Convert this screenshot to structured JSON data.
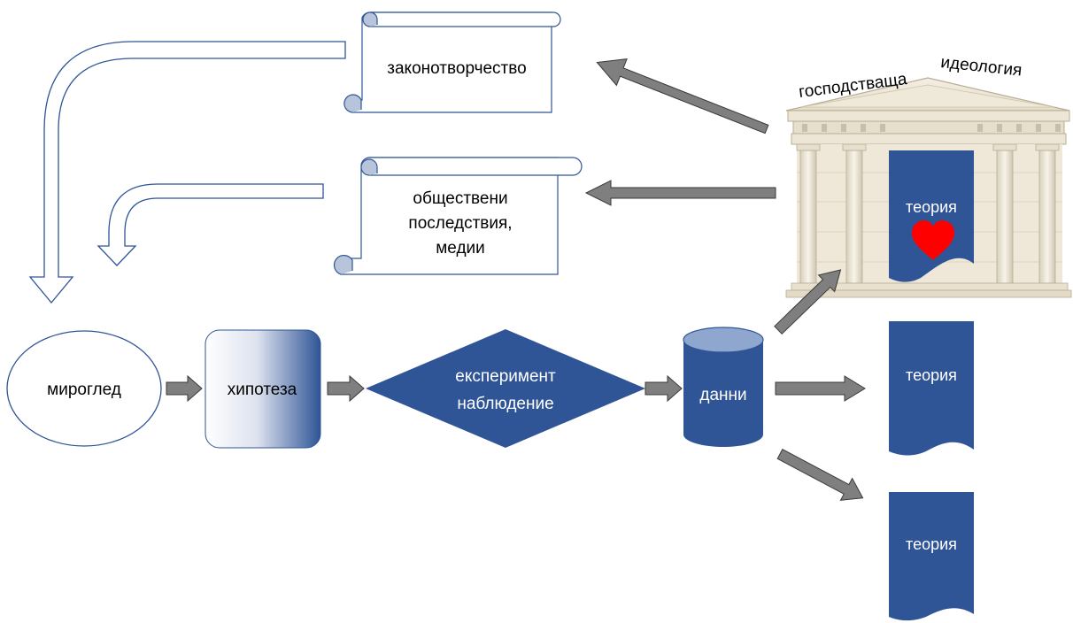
{
  "nodes": {
    "worldview": "мироглед",
    "hypothesis": "хипотеза",
    "experiment_line1": "експеримент",
    "experiment_line2": "наблюдение",
    "data": "данни",
    "theory_in_temple": "теория",
    "theory_right": "теория",
    "theory_bottom": "теория"
  },
  "scrolls": {
    "legislation": "законотворчество",
    "social_line1": "обществени",
    "social_line2": "последствия,",
    "social_line3": "медии"
  },
  "temple": {
    "arch_word1": "господстваща",
    "arch_word2": "идеология"
  },
  "colors": {
    "navy": "#2f5597",
    "arrow_fill": "#7f7f7f",
    "arrow_stroke": "#3a3a3a",
    "outline": "#2f5597",
    "heart": "#ff0000"
  }
}
